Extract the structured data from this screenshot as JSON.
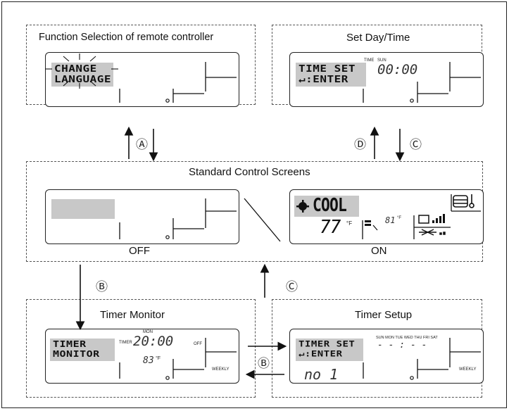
{
  "panels": {
    "function_selection": {
      "title": "Function Selection of remote controller",
      "lcd_line1": "CHANGE",
      "lcd_line2": "LANGUAGE"
    },
    "set_day_time": {
      "title": "Set Day/Time",
      "lcd_line1": "TIME SET",
      "lcd_line2": "↵:ENTER",
      "small_time": "TIME",
      "small_day": "SUN",
      "clock": "00:00"
    },
    "standard_control": {
      "title": "Standard Control Screens",
      "off_label": "OFF",
      "on_label": "ON",
      "on_mode": "COOL",
      "on_set_temp": "77",
      "on_room_temp": "81",
      "temp_unit": "°F"
    },
    "timer_monitor": {
      "title": "Timer Monitor",
      "lcd_line1": "TIMER",
      "lcd_line2": "MONITOR",
      "small_timer": "TIMER",
      "small_day": "MON",
      "clock": "20:00",
      "small_off": "OFF",
      "temp": "83",
      "temp_unit": "°F",
      "weekly": "WEEKLY"
    },
    "timer_setup": {
      "title": "Timer Setup",
      "lcd_line1": "TIMER SET",
      "lcd_line2": "↵:ENTER",
      "days": "SUN MON TUE WED THU FRI SAT",
      "clock": "- - : - -",
      "number": "no 1",
      "weekly": "WEEKLY"
    }
  },
  "arrow_labels": {
    "A": "Ⓐ",
    "B": "Ⓑ",
    "C": "Ⓒ",
    "D": "Ⓓ"
  }
}
